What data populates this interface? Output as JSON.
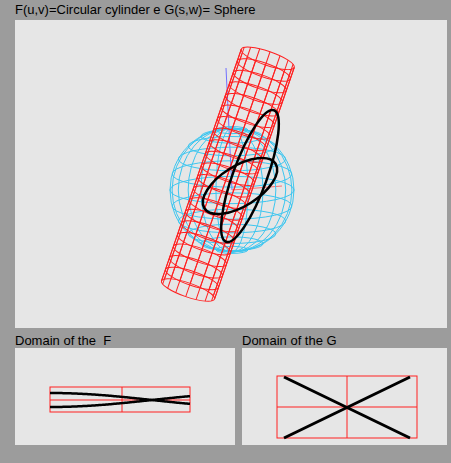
{
  "diagram": {
    "title": "F(u,v)=Circular cylinder e G(s,w)= Sphere",
    "labels": [
      "Domain of the  F",
      "Domain of the G"
    ]
  }
}
